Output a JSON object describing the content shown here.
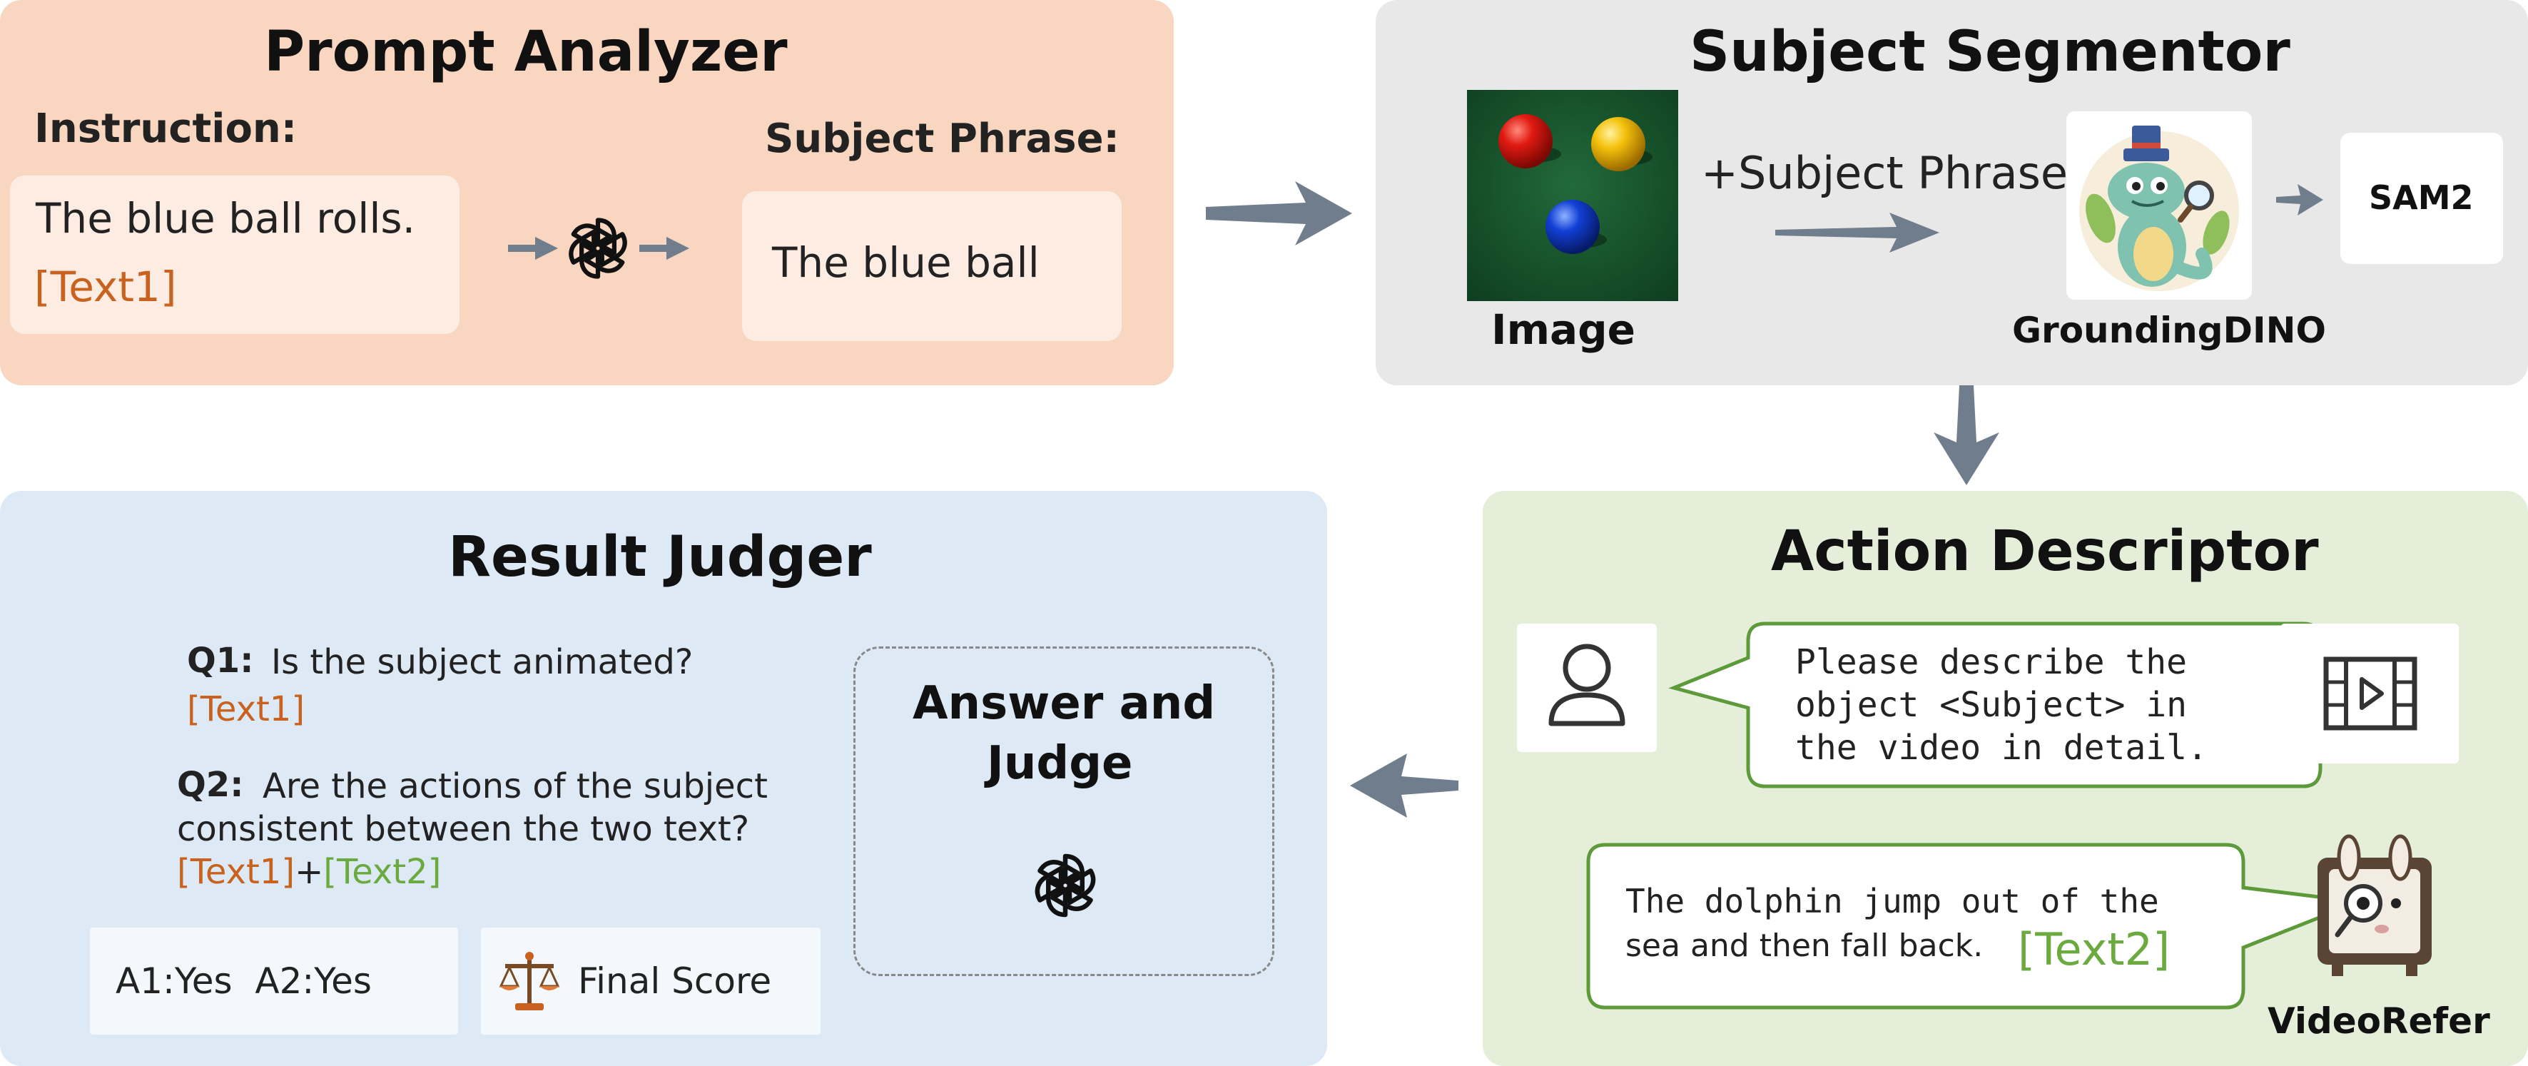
{
  "prompt_analyzer": {
    "title": "Prompt Analyzer",
    "instruction_label": "Instruction:",
    "instruction_text": "The blue ball rolls.",
    "instruction_tag": "[Text1]",
    "subject_label": "Subject Phrase:",
    "subject_text": "The blue ball"
  },
  "subject_segmentor": {
    "title": "Subject Segmentor",
    "image_label": "Image",
    "phrase_label": "+Subject Phrase",
    "grounding_label": "GroundingDINO",
    "sam_label": "SAM2"
  },
  "action_descriptor": {
    "title": "Action Descriptor",
    "query_lines": [
      "Please  describe  the",
      "object  <Subject>  in",
      "the video in detail."
    ],
    "answer_lines": [
      "The dolphin jump out of the",
      "sea and then fall back."
    ],
    "answer_tag": "[Text2]",
    "videorefer_label": "VideoRefer"
  },
  "result_judger": {
    "title": "Result Judger",
    "q1_label": "Q1:",
    "q1_text": "Is the subject animated?",
    "q1_tag": "[Text1]",
    "q2_label": "Q2:",
    "q2_line1": "Are the actions of the subject",
    "q2_line2": "consistent between the two text?",
    "q2_tag1": "[Text1]",
    "q2_plus": "+",
    "q2_tag2": "[Text2]",
    "answer_judge_line1": "Answer and",
    "answer_judge_line2": "Judge",
    "answers": "A1:Yes  A2:Yes",
    "final_score": "Final Score"
  },
  "colors": {
    "prompt_bg": "#f8d6bf",
    "segmentor_bg": "#e8e8e8",
    "action_bg": "#e4eed9",
    "judger_bg": "#dde9f5",
    "arrow": "#6f7d8c",
    "tag_orange": "#c8621e",
    "tag_green": "#6aaa3e"
  }
}
